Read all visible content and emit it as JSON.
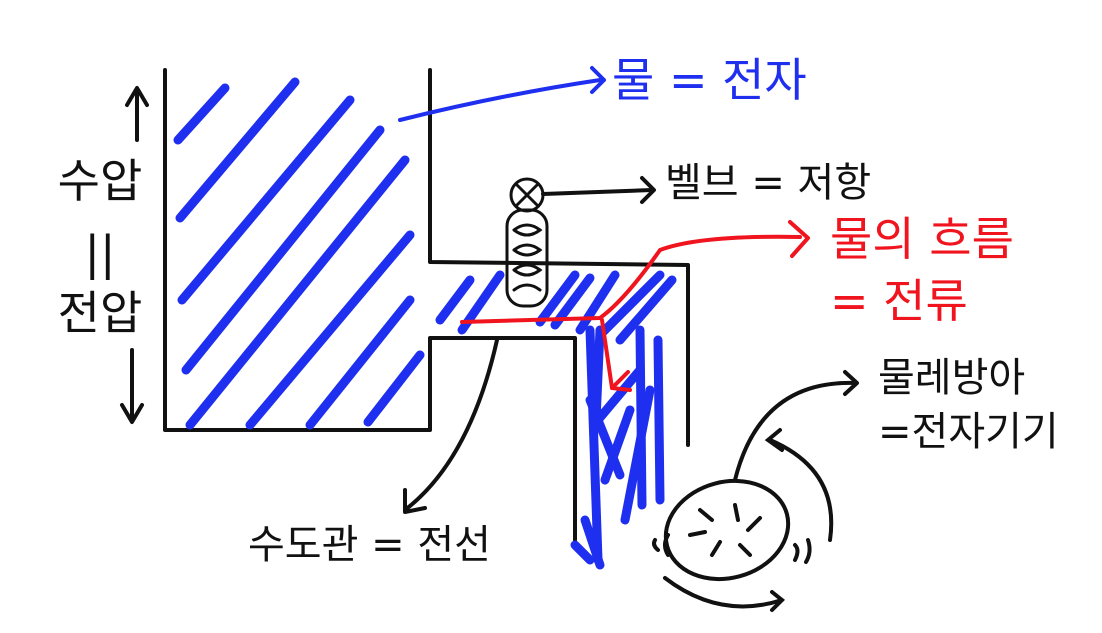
{
  "labels": {
    "water": "물 = 전자",
    "valve": "벨브 = 저항",
    "flow_line1": "물의 흐름",
    "flow_line2": "= 전류",
    "wheel_line1": "물레방아",
    "wheel_line2": "=전자기기",
    "pipe": "수도관 = 전선",
    "pressure_top": "수압",
    "pressure_eq": "||",
    "pressure_bottom": "전압"
  },
  "colors": {
    "ink": "#111111",
    "water": "#1f2ff0",
    "current": "#f0141e"
  }
}
